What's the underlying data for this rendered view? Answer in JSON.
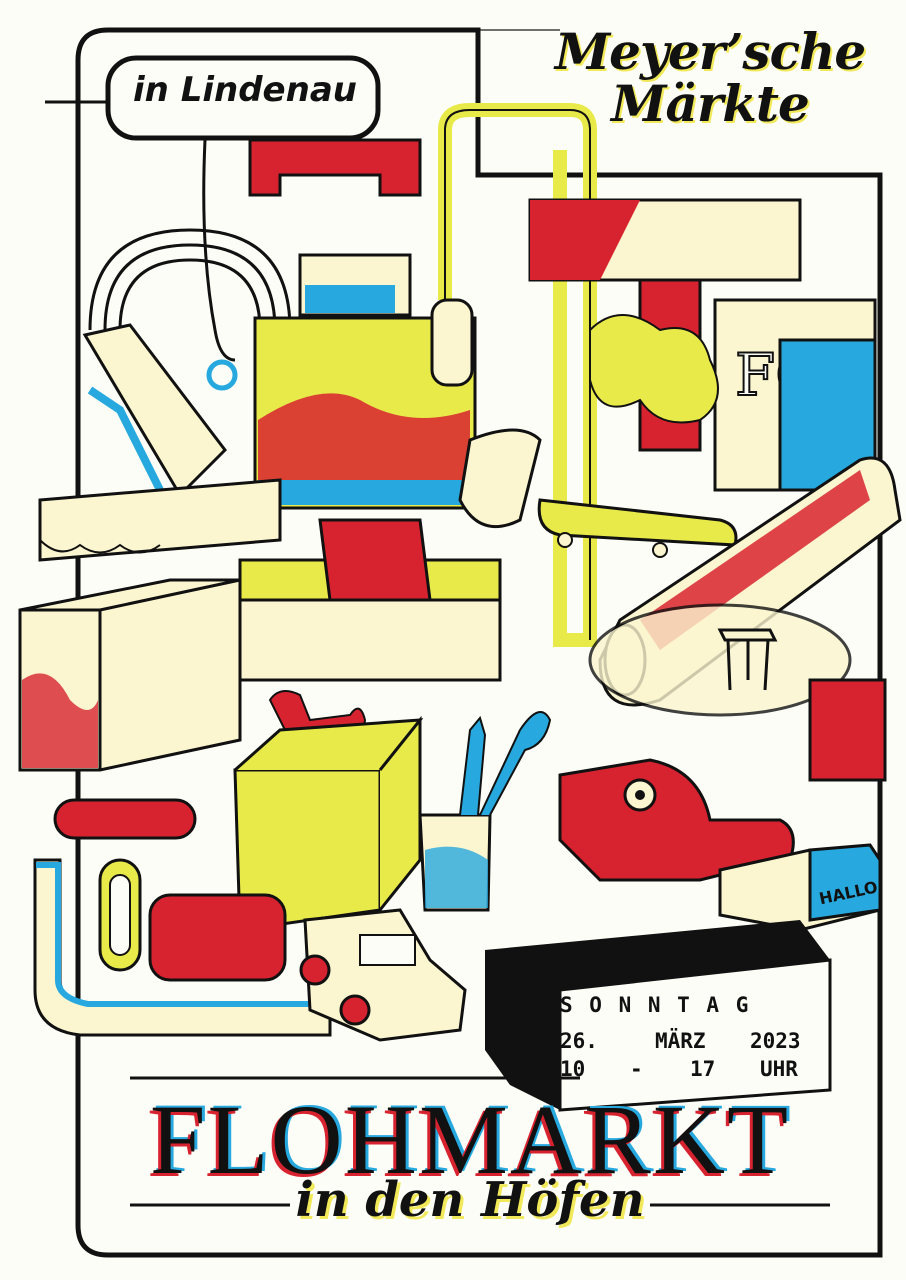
{
  "brand": {
    "line1": "Meyer’sche",
    "line2": "Märkte"
  },
  "location_tag": "in Lindenau",
  "event": {
    "title": "FLOHMARKT",
    "subtitle": "in den Höfen",
    "day": "S O N N T A G",
    "date_day": "26.",
    "date_month": "MÄRZ",
    "date_year": "2023",
    "time_from": "10",
    "time_sep": "-",
    "time_to": "17",
    "time_unit": "UHR"
  },
  "illustration": {
    "box_label": "HALLO",
    "sign_fragment": "FO"
  },
  "colors": {
    "red": "#d7232f",
    "blue": "#27a9df",
    "yellow": "#e8ea4a",
    "cream": "#fbf6cf",
    "ink": "#111111",
    "paper": "#fdfdf7"
  }
}
